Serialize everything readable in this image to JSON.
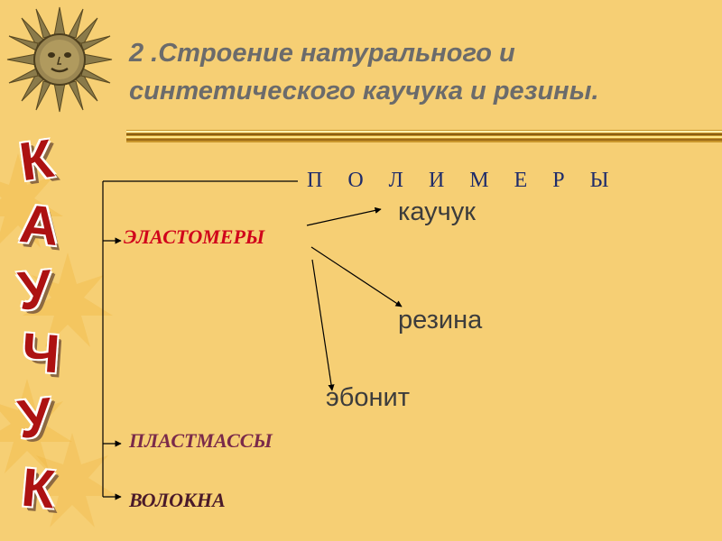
{
  "title": {
    "line1": "2 .Строение натурального и",
    "line2": "синтетического каучука и резины."
  },
  "side_word": [
    "К",
    "А",
    "У",
    "Ч",
    "У",
    "К"
  ],
  "diagram": {
    "root": "П О Л И М Е Р Ы",
    "categories": {
      "elastomers": "ЭЛАСТОМЕРЫ",
      "plastics": "ПЛАСТМАССЫ",
      "fibers": "ВОЛОКНА"
    },
    "products": {
      "rubber": "каучук",
      "resin": "резина",
      "ebonite": "эбонит"
    }
  },
  "colors": {
    "background": "#f6cf74",
    "title": "#6b6b6b",
    "root": "#1f2c6a",
    "elastomers": "#d0021b",
    "plastics": "#7a2a4a",
    "fibers": "#4a1a2a",
    "side_word": "#ad1212"
  }
}
